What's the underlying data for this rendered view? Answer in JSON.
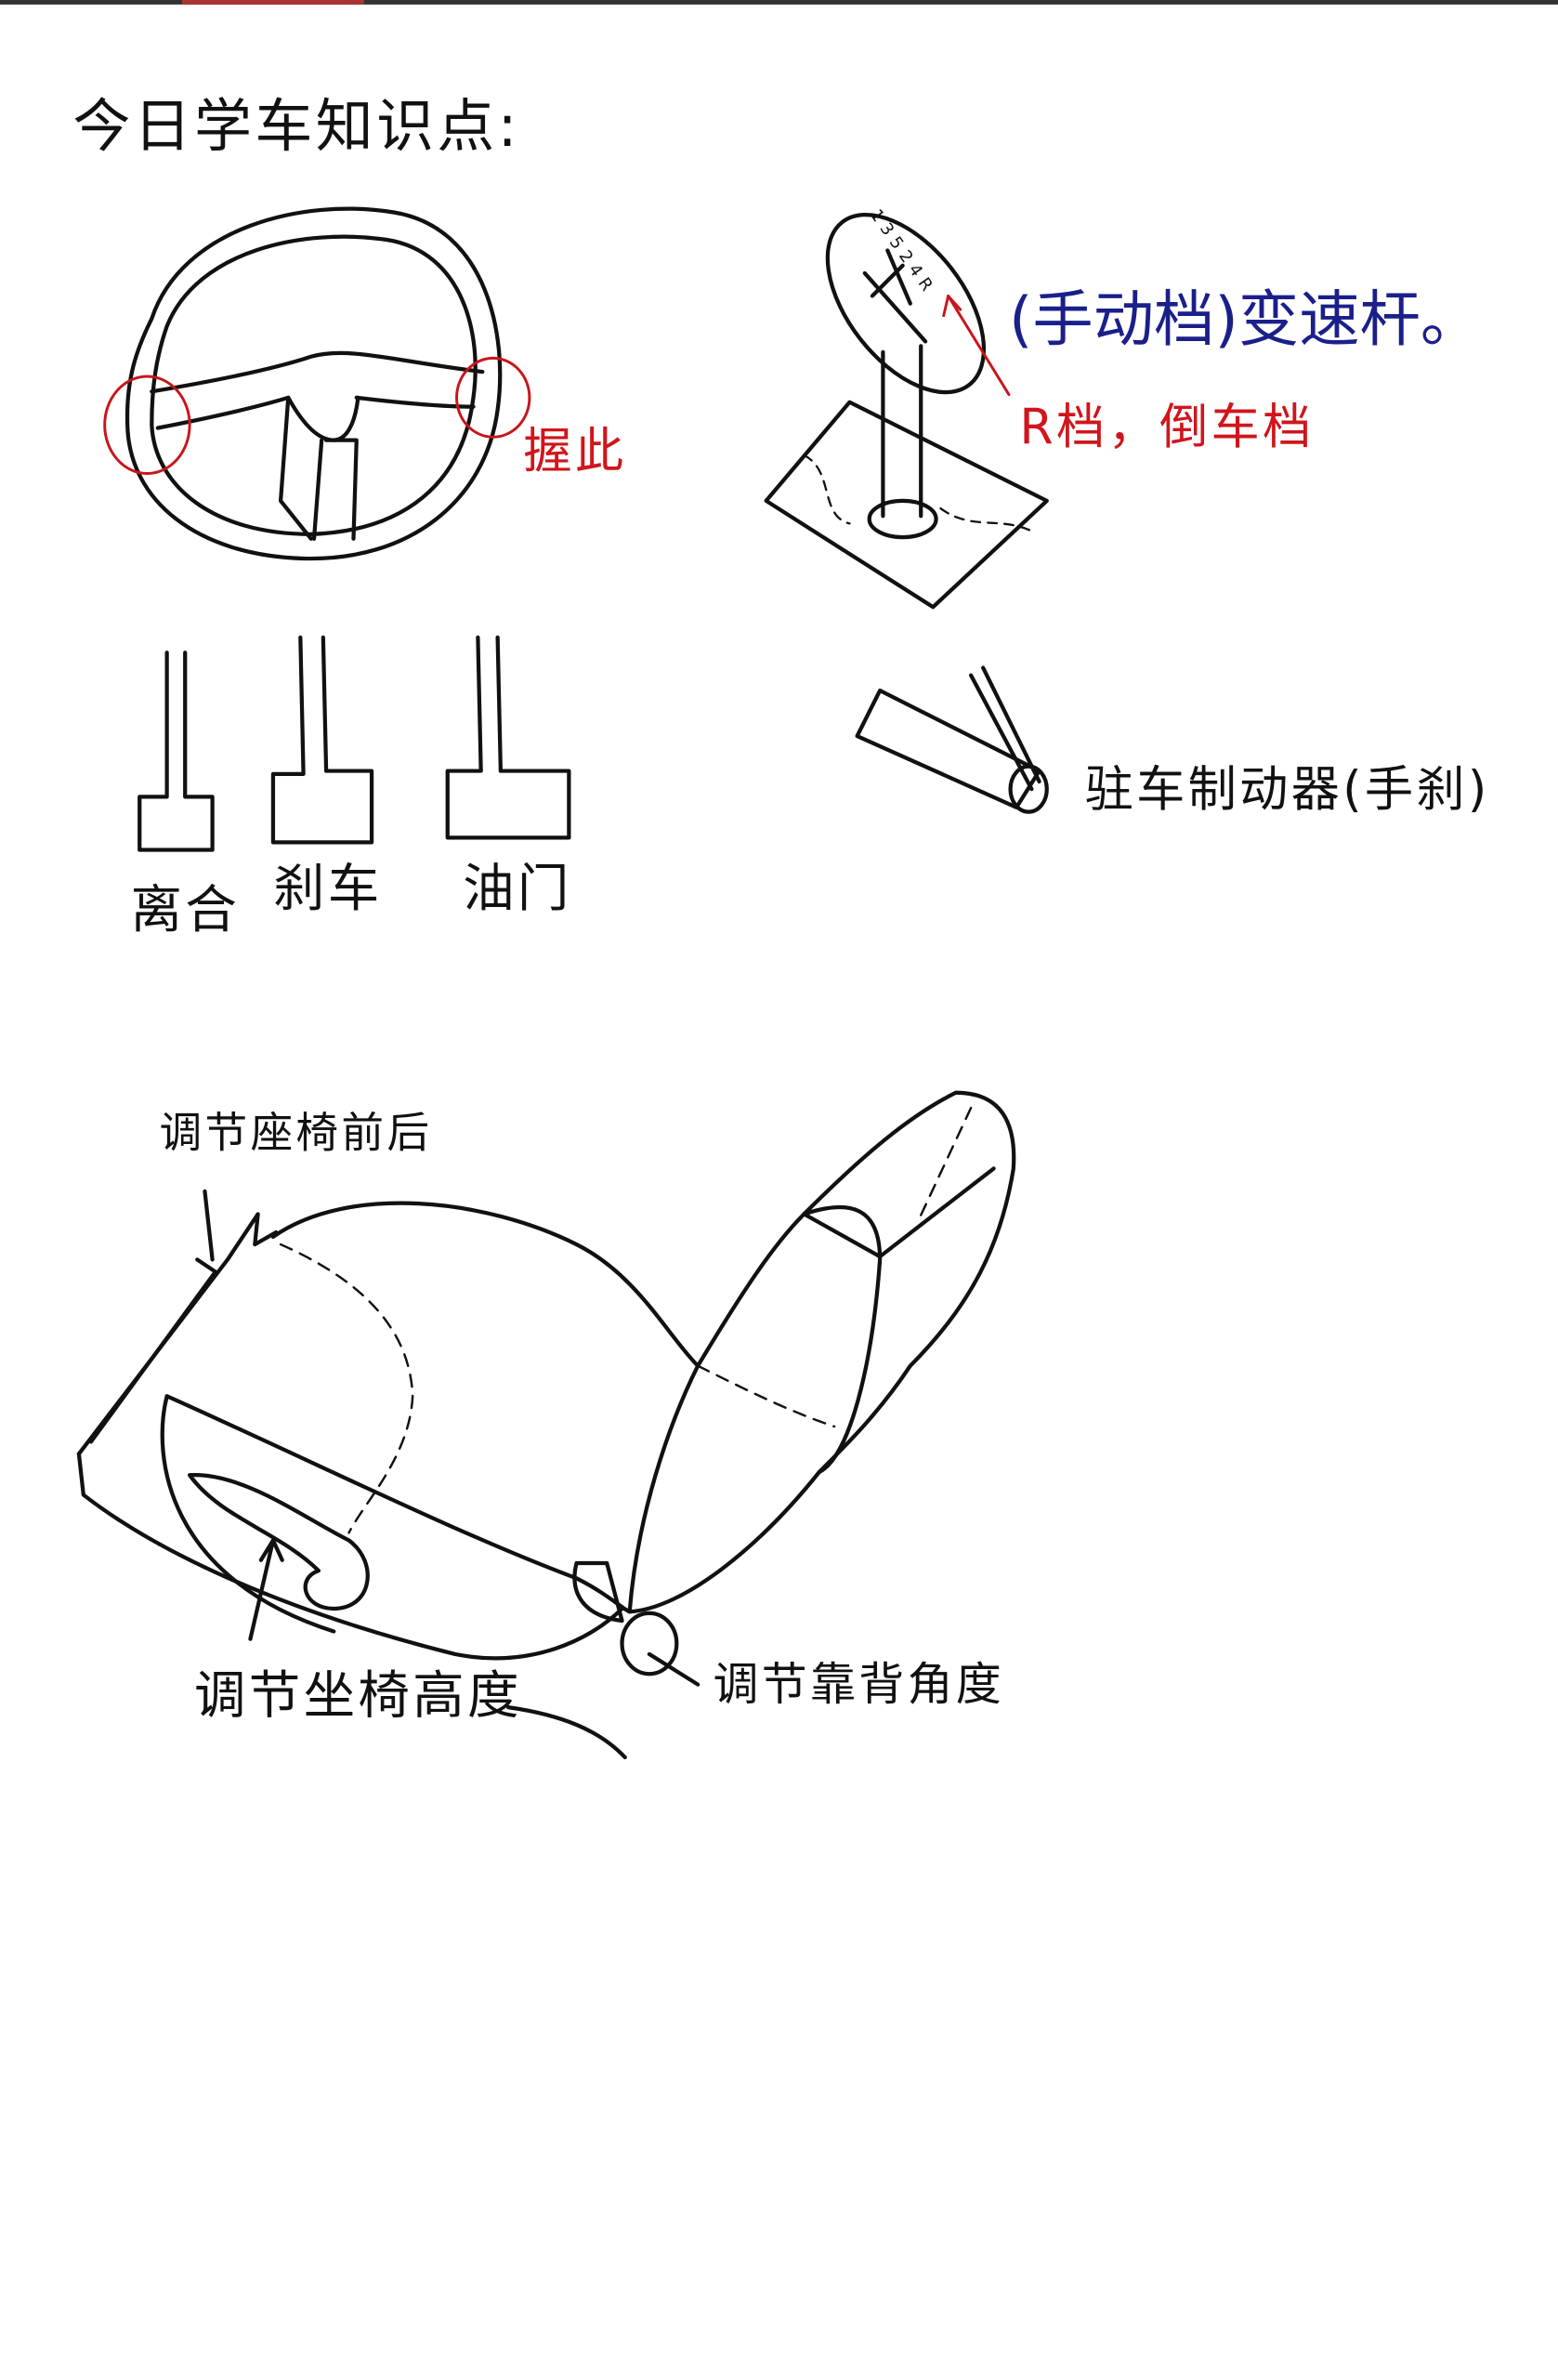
{
  "title": "今日学车知识点:",
  "steering_wheel": {
    "grip_label": "握此"
  },
  "gear_shift": {
    "label": "(手动档)变速杆。",
    "gear_note": "R档，倒车档",
    "gear_numbers": [
      "1",
      "3",
      "5",
      "2",
      "4",
      "R"
    ]
  },
  "parking_brake": {
    "label": "驻车制动器(手刹)"
  },
  "pedals": [
    {
      "label": "离合"
    },
    {
      "label": "刹车"
    },
    {
      "label": "油门"
    }
  ],
  "seat": {
    "fore_aft_label": "调节座椅前后",
    "height_label": "调节坐椅高度",
    "backrest_label": "调节靠背角度"
  },
  "colors": {
    "ink": "#111111",
    "red": "#d0151c",
    "blue": "#1a1f8a"
  }
}
